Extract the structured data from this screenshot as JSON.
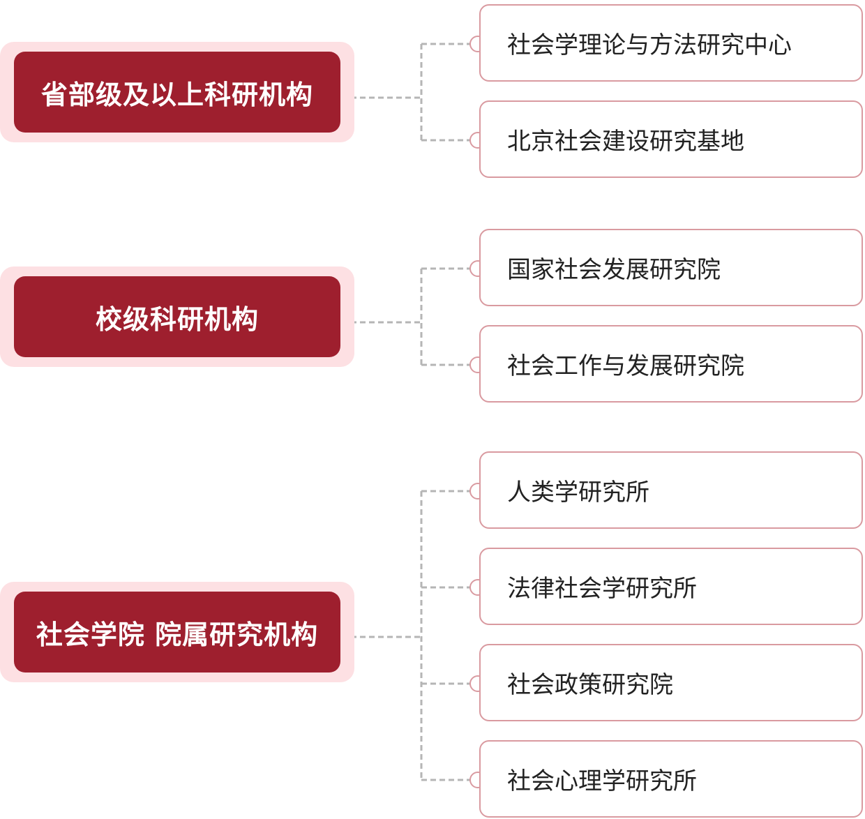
{
  "diagram": {
    "colors": {
      "category_fill": "#9e1f2e",
      "category_halo": "#fde0e3",
      "item_border": "#d99aa0",
      "connector": "#b5b5b5"
    },
    "groups": [
      {
        "label": "省部级及以上科研机构",
        "items": [
          "社会学理论与方法研究中心",
          "北京社会建设研究基地"
        ]
      },
      {
        "label": "校级科研机构",
        "items": [
          "国家社会发展研究院",
          "社会工作与发展研究院"
        ]
      },
      {
        "label": "社会学院 院属研究机构",
        "items": [
          "人类学研究所",
          "法律社会学研究所",
          "社会政策研究院",
          "社会心理学研究所"
        ]
      }
    ]
  }
}
